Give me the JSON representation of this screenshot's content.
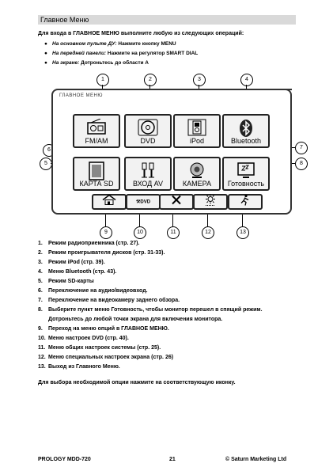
{
  "header": {
    "title": "Главное Меню"
  },
  "intro": "Для входа в ГЛАВНОЕ МЕНЮ выполните любую из следующих операций:",
  "bullets": [
    {
      "bullet": "●",
      "prefix": "На основном пульте ДУ:",
      "text": "Нажмите кнопку MENU"
    },
    {
      "bullet": "●",
      "prefix": "На передней панели:",
      "text": "Нажмите на регулятор SMART DIAL"
    },
    {
      "bullet": "●",
      "prefix": "На экране:",
      "text": "Дотроньтесь до области А"
    }
  ],
  "menu": {
    "title": "ГЛАВНОЕ МЕНЮ",
    "buttons": [
      {
        "label": "FM/AM",
        "icon": "radio-icon"
      },
      {
        "label": "DVD",
        "icon": "disc-icon"
      },
      {
        "label": "iPod",
        "icon": "ipod-icon"
      },
      {
        "label": "Bluetooth",
        "icon": "bluetooth-icon"
      },
      {
        "label": "КАРТА SD",
        "icon": "sd-card-icon"
      },
      {
        "label": "ВХОД AV",
        "icon": "av-input-icon"
      },
      {
        "label": "КАМЕРА",
        "icon": "camera-icon"
      },
      {
        "label": "Готовность",
        "icon": "standby-icon"
      }
    ],
    "small_buttons": [
      {
        "icon": "home-settings-icon"
      },
      {
        "icon": "dvd-settings-icon",
        "text": "DVD"
      },
      {
        "icon": "tools-icon"
      },
      {
        "icon": "display-settings-icon"
      },
      {
        "icon": "exit-icon"
      }
    ]
  },
  "callouts": [
    "1",
    "2",
    "3",
    "4",
    "5",
    "6",
    "7",
    "8",
    "9",
    "10",
    "11",
    "12",
    "13"
  ],
  "list": [
    {
      "num": "1.",
      "text": "Режим радиоприемника (стр. 27)."
    },
    {
      "num": "2.",
      "text": "Режим проигрывателя дисков (стр. 31-33)."
    },
    {
      "num": "3.",
      "text": "Режим iPod (стр. 39)."
    },
    {
      "num": "4.",
      "text": "Меню Bluetooth (стр. 43)."
    },
    {
      "num": "5.",
      "text": "Режим SD-карты"
    },
    {
      "num": "6.",
      "text": "Переключение на аудио/видеовход."
    },
    {
      "num": "7.",
      "text": "Переключение на видеокамеру заднего обзора."
    },
    {
      "num": "8.",
      "text": "Выберите пункт меню Готовность, чтобы монитор перешел в спящий режим."
    },
    {
      "num": "",
      "text": "Дотроньтесь до любой точки экрана для включения монитора."
    },
    {
      "num": "9.",
      "text": "Переход на меню опций в ГЛАВНОЕ МЕНЮ."
    },
    {
      "num": "10.",
      "text": "Меню настроек DVD (стр. 40)."
    },
    {
      "num": "11.",
      "text": "Меню общих настроек системы (стр. 25)."
    },
    {
      "num": "12.",
      "text": "Меню специальных настроек экрана (стр. 26)"
    },
    {
      "num": "13.",
      "text": "Выход из Главного Меню."
    }
  ],
  "note": "Для выбора необходимой опции нажмите на соответствующую иконку.",
  "footer": {
    "left": "PROLOGY MDD-720",
    "center": "21",
    "right": "© Saturn Marketing Ltd"
  }
}
